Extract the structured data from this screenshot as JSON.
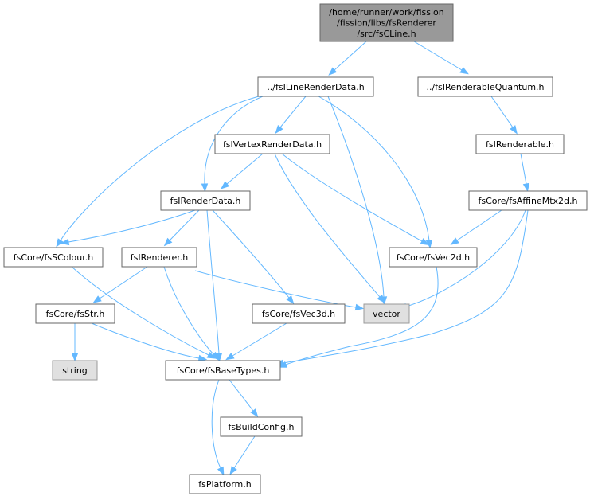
{
  "graph": {
    "colors": {
      "root_fill": "#999999",
      "node_fill": "#ffffff",
      "node_stroke": "#666666",
      "system_fill": "#e0e0e0",
      "system_stroke": "#999999",
      "edge": "#63b8ff"
    },
    "nodes": [
      {
        "id": "root",
        "lines": [
          "/home/runner/work/fission",
          "/fission/libs/fsRenderer",
          "/src/fsCLine.h"
        ],
        "kind": "root"
      },
      {
        "id": "lineRenderData",
        "lines": [
          "../fsILineRenderData.h"
        ],
        "kind": "header"
      },
      {
        "id": "renderableQuantum",
        "lines": [
          "../fsIRenderableQuantum.h"
        ],
        "kind": "header"
      },
      {
        "id": "vertexRenderData",
        "lines": [
          "fsIVertexRenderData.h"
        ],
        "kind": "header"
      },
      {
        "id": "renderable",
        "lines": [
          "fsIRenderable.h"
        ],
        "kind": "header"
      },
      {
        "id": "renderData",
        "lines": [
          "fsIRenderData.h"
        ],
        "kind": "header"
      },
      {
        "id": "affineMtx",
        "lines": [
          "fsCore/fsAffineMtx2d.h"
        ],
        "kind": "header"
      },
      {
        "id": "scolour",
        "lines": [
          "fsCore/fsSColour.h"
        ],
        "kind": "header"
      },
      {
        "id": "renderer",
        "lines": [
          "fsIRenderer.h"
        ],
        "kind": "header"
      },
      {
        "id": "vec2d",
        "lines": [
          "fsCore/fsVec2d.h"
        ],
        "kind": "header"
      },
      {
        "id": "str",
        "lines": [
          "fsCore/fsStr.h"
        ],
        "kind": "header"
      },
      {
        "id": "vec3d",
        "lines": [
          "fsCore/fsVec3d.h"
        ],
        "kind": "header"
      },
      {
        "id": "vector",
        "lines": [
          "vector"
        ],
        "kind": "system"
      },
      {
        "id": "string",
        "lines": [
          "string"
        ],
        "kind": "system"
      },
      {
        "id": "baseTypes",
        "lines": [
          "fsCore/fsBaseTypes.h"
        ],
        "kind": "header"
      },
      {
        "id": "buildConfig",
        "lines": [
          "fsBuildConfig.h"
        ],
        "kind": "header"
      },
      {
        "id": "platform",
        "lines": [
          "fsPlatform.h"
        ],
        "kind": "header"
      }
    ],
    "edges": [
      {
        "from": "root",
        "to": "lineRenderData"
      },
      {
        "from": "root",
        "to": "renderableQuantum"
      },
      {
        "from": "lineRenderData",
        "to": "vertexRenderData"
      },
      {
        "from": "lineRenderData",
        "to": "renderData"
      },
      {
        "from": "lineRenderData",
        "to": "scolour"
      },
      {
        "from": "lineRenderData",
        "to": "vector"
      },
      {
        "from": "lineRenderData",
        "to": "vec2d"
      },
      {
        "from": "renderableQuantum",
        "to": "renderable"
      },
      {
        "from": "renderable",
        "to": "affineMtx"
      },
      {
        "from": "vertexRenderData",
        "to": "renderData"
      },
      {
        "from": "vertexRenderData",
        "to": "vec2d"
      },
      {
        "from": "vertexRenderData",
        "to": "vector"
      },
      {
        "from": "renderData",
        "to": "scolour"
      },
      {
        "from": "renderData",
        "to": "renderer"
      },
      {
        "from": "renderData",
        "to": "vec3d"
      },
      {
        "from": "renderData",
        "to": "baseTypes"
      },
      {
        "from": "affineMtx",
        "to": "vec2d"
      },
      {
        "from": "affineMtx",
        "to": "vector"
      },
      {
        "from": "affineMtx",
        "to": "baseTypes"
      },
      {
        "from": "scolour",
        "to": "baseTypes"
      },
      {
        "from": "renderer",
        "to": "str"
      },
      {
        "from": "renderer",
        "to": "baseTypes"
      },
      {
        "from": "renderer",
        "to": "vector"
      },
      {
        "from": "vec2d",
        "to": "baseTypes"
      },
      {
        "from": "str",
        "to": "string"
      },
      {
        "from": "str",
        "to": "baseTypes"
      },
      {
        "from": "vec3d",
        "to": "baseTypes"
      },
      {
        "from": "baseTypes",
        "to": "buildConfig"
      },
      {
        "from": "baseTypes",
        "to": "platform"
      },
      {
        "from": "buildConfig",
        "to": "platform"
      }
    ]
  }
}
